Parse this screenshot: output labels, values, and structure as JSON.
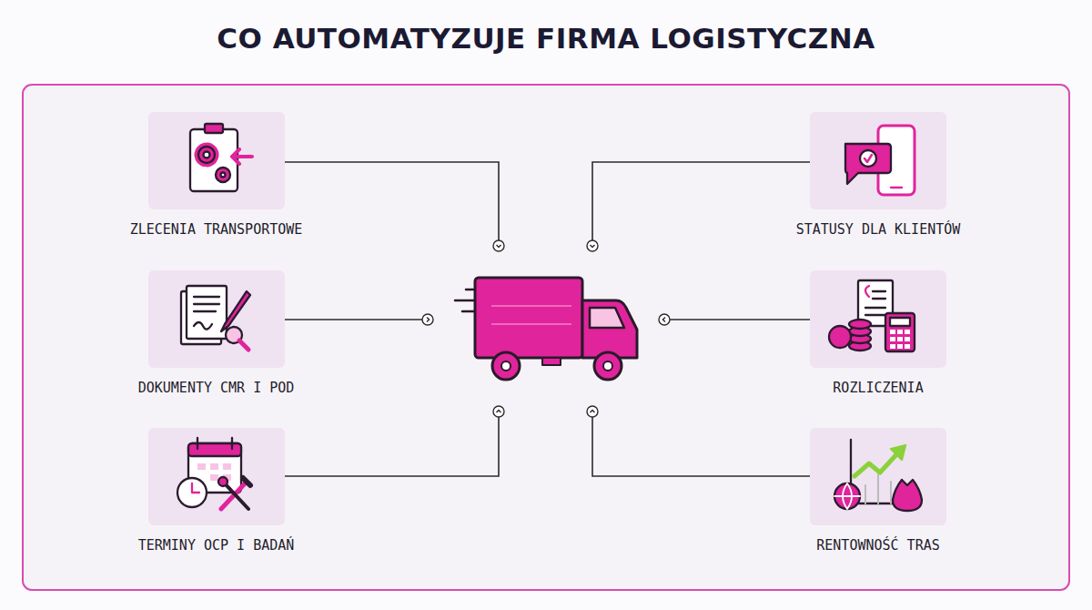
{
  "diagram": {
    "title": "CO AUTOMATYZUJE FIRMA LOGISTYCZNA",
    "nodes": [
      {
        "text": [
          "ZLECENIA TRANSPORTOWE"
        ]
      },
      {
        "text": [
          "STATUSY DLA KLIENTÓW"
        ]
      },
      {
        "text": [
          "DOKUMENTY CMR I POD"
        ]
      },
      {
        "text": [
          "ROZLICZENIA"
        ]
      },
      {
        "text": [
          "TERMINY OCP I BADAŃ"
        ]
      },
      {
        "text": [
          "RENTOWNOŚĆ TRAS"
        ]
      }
    ]
  }
}
